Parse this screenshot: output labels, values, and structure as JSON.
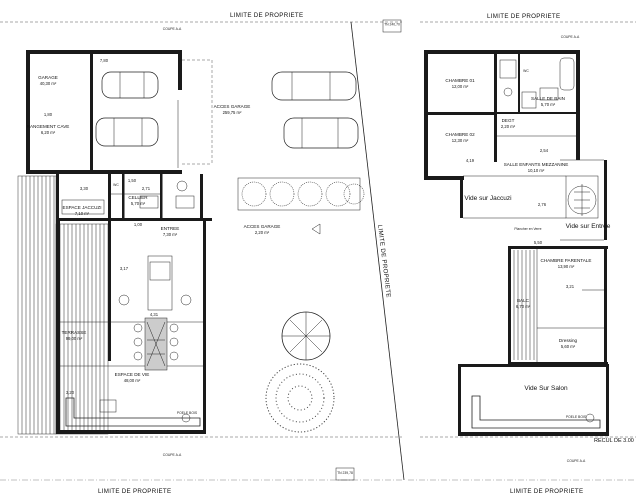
{
  "labels": {
    "limite_top_left": "LIMITE DE PROPRIETE",
    "limite_top_right": "LIMITE DE PROPRIETE",
    "limite_bottom_left": "LIMITE DE PROPRIETE",
    "limite_bottom_right": "LIMITE DE PROPRIETE",
    "limite_diagonal": "LIMITE DE PROPRIETE",
    "recul": "RECUL DE 3.00"
  },
  "ground_floor": {
    "rooms": [
      {
        "name": "GARAGE",
        "area": "40,30 m²"
      },
      {
        "name": "RANGEMENT CAVE",
        "area": "6,20 m²"
      },
      {
        "name": "ESPACE JACCUZI",
        "area": "7,10 m²"
      },
      {
        "name": "CELLIER",
        "area": "5,70 m²"
      },
      {
        "name": "ENTREE",
        "area": "7,30 m²"
      },
      {
        "name": "TERRASSE",
        "area": "99,00 m²"
      },
      {
        "name": "ESPACE DE VIE",
        "area": "48,00 m²"
      },
      {
        "name": "ACCES GARAGE",
        "area": "2,20 m²"
      },
      {
        "name": "ACCES GARAGE",
        "area": "259,75 m²"
      }
    ],
    "poele": "POELE BOIS",
    "wc": "WC",
    "dims": [
      "7,80",
      "3,30",
      "1,80",
      "1,50",
      "2,71",
      "3,20",
      "4,31",
      "3,17",
      "1,00"
    ],
    "coupe_top": "COUPE A-A",
    "coupe_bottom": "COUPE A-A"
  },
  "first_floor": {
    "rooms": [
      {
        "name": "CHAMBRE 01",
        "area": "12,00 m²"
      },
      {
        "name": "CHAMBRE 02",
        "area": "12,30 m²"
      },
      {
        "name": "SALLE DE BAIN",
        "area": "5,70 m²"
      },
      {
        "name": "DEGT",
        "area": "2,20 m²"
      },
      {
        "name": "SALLE ENFANTS MEZZANINE",
        "area": "10,10 m²"
      },
      {
        "name": "CHAMBRE PARENTALE",
        "area": "13,90 m²"
      },
      {
        "name": "BALC",
        "area": "6,70 m²"
      },
      {
        "name": "Dressing",
        "area": "5,60 m²"
      }
    ],
    "vides": [
      "Vide sur Jaccuzi",
      "Vide sur Entrée",
      "Vide Sur Salon"
    ],
    "plancher": "Plancher en Verre",
    "poele": "POELE BOIS",
    "wc": "WC",
    "dims": [
      "4,19",
      "2,76",
      "3,21",
      "5,50",
      "2,54"
    ],
    "coupe_top": "COUPE A-A",
    "coupe_bottom": "COUPE A-A"
  },
  "markers": [
    "TN 240,70",
    "TN 239,78"
  ]
}
